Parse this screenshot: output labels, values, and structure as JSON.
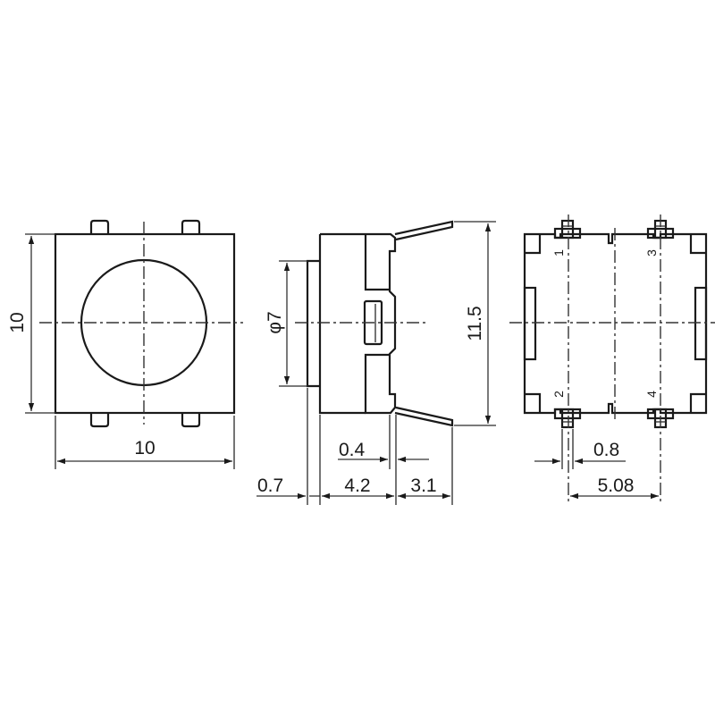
{
  "drawing": {
    "type": "mechanical dimension drawing",
    "subject": "tactile switch (SMD), three orthographic views",
    "colors": {
      "line": "#1a1a1a",
      "background": "#ffffff"
    }
  },
  "front_view": {
    "dim_height": "10",
    "dim_width": "10"
  },
  "side_view": {
    "dim_actuator_dia": "φ7",
    "dim_total_height": "11.5",
    "dim_lead_thickness": "0.4",
    "dim_actuator_protrusion": "0.7",
    "dim_body_depth": "4.2",
    "dim_lead_extension": "3.1"
  },
  "bottom_view": {
    "pins": [
      "1",
      "2",
      "3",
      "4"
    ],
    "dim_lead_width": "0.8",
    "dim_pin_pitch": "5.08"
  }
}
